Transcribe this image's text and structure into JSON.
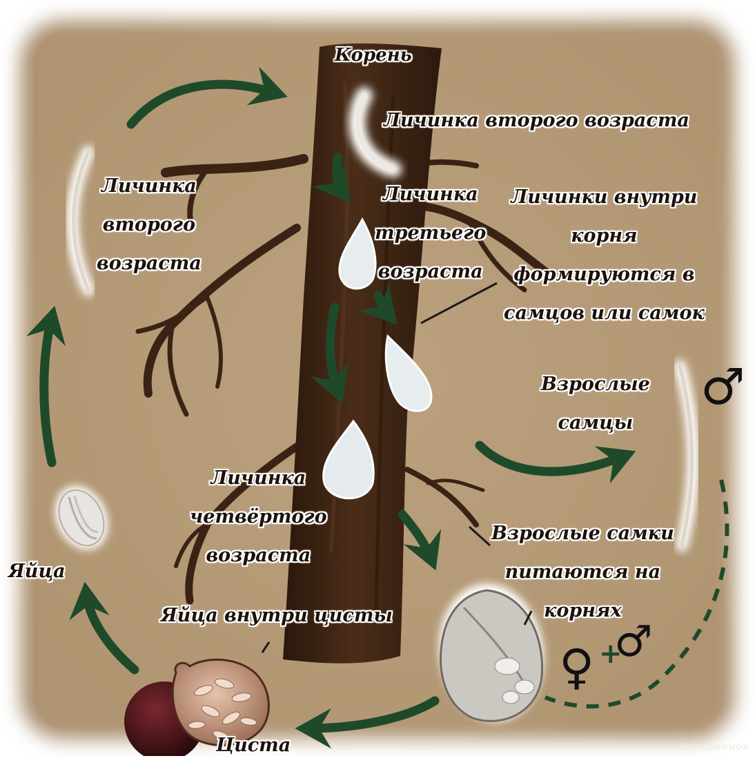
{
  "labels": {
    "root": "Корень",
    "j2_top": "Личинка второго возраста",
    "j2_left": [
      "Личинка",
      "второго",
      "возраста"
    ],
    "j3": [
      "Личинка",
      "третьего",
      "возраста"
    ],
    "inside_root": [
      "Личинки внутри",
      "корня",
      "формируются в",
      "самцов или самок"
    ],
    "adult_males": [
      "Взрослые",
      "самцы"
    ],
    "j4": [
      "Личинка",
      "четвёртого",
      "возраста"
    ],
    "adult_females": [
      "Взрослые самки",
      "питаются на",
      "корнях"
    ],
    "eggs": "Яйца",
    "eggs_in_cyst": "Яйца внутри цисты",
    "cyst": "Циста"
  },
  "symbols": {
    "male": "♂",
    "female": "♀",
    "plus": "+"
  },
  "credit": "@VULSHONOK",
  "colors": {
    "soil": "#b59a78",
    "root": "#3a2314",
    "arrow": "#1f4a2a",
    "larva": "#e6e2dc",
    "cyst_dark": "#3d1418",
    "cyst_light": "#c89a82"
  }
}
